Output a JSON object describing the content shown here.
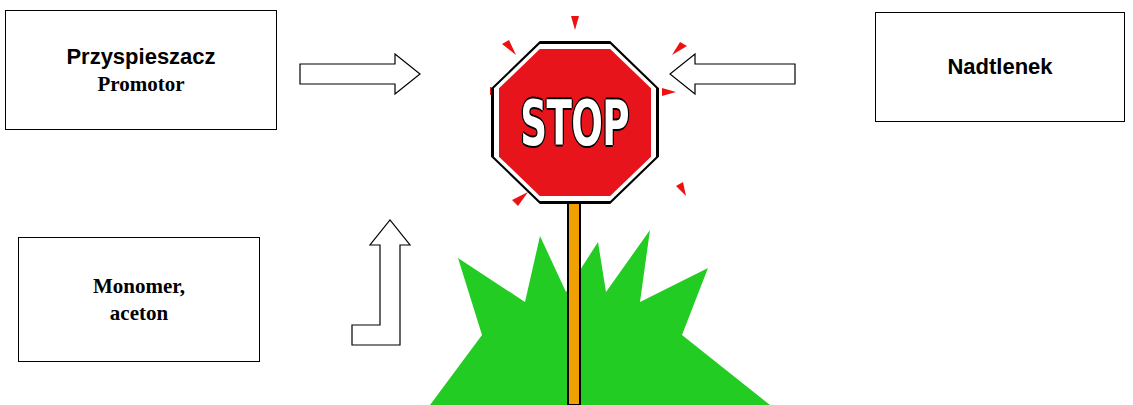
{
  "diagram": {
    "nodes": [
      {
        "text": [
          "Przyspieszacz",
          "Promotor"
        ]
      },
      {
        "text": [
          "STOP"
        ]
      },
      {
        "text": [
          "Nadtlenek"
        ]
      },
      {
        "text": [
          "Monomer, aceton"
        ]
      }
    ],
    "edges": [
      {
        "from": 0,
        "to": 1,
        "arrow": "to"
      },
      {
        "from": 2,
        "to": 1,
        "arrow": "to"
      },
      {
        "from": 3,
        "to": 1,
        "arrow": "to"
      }
    ]
  }
}
